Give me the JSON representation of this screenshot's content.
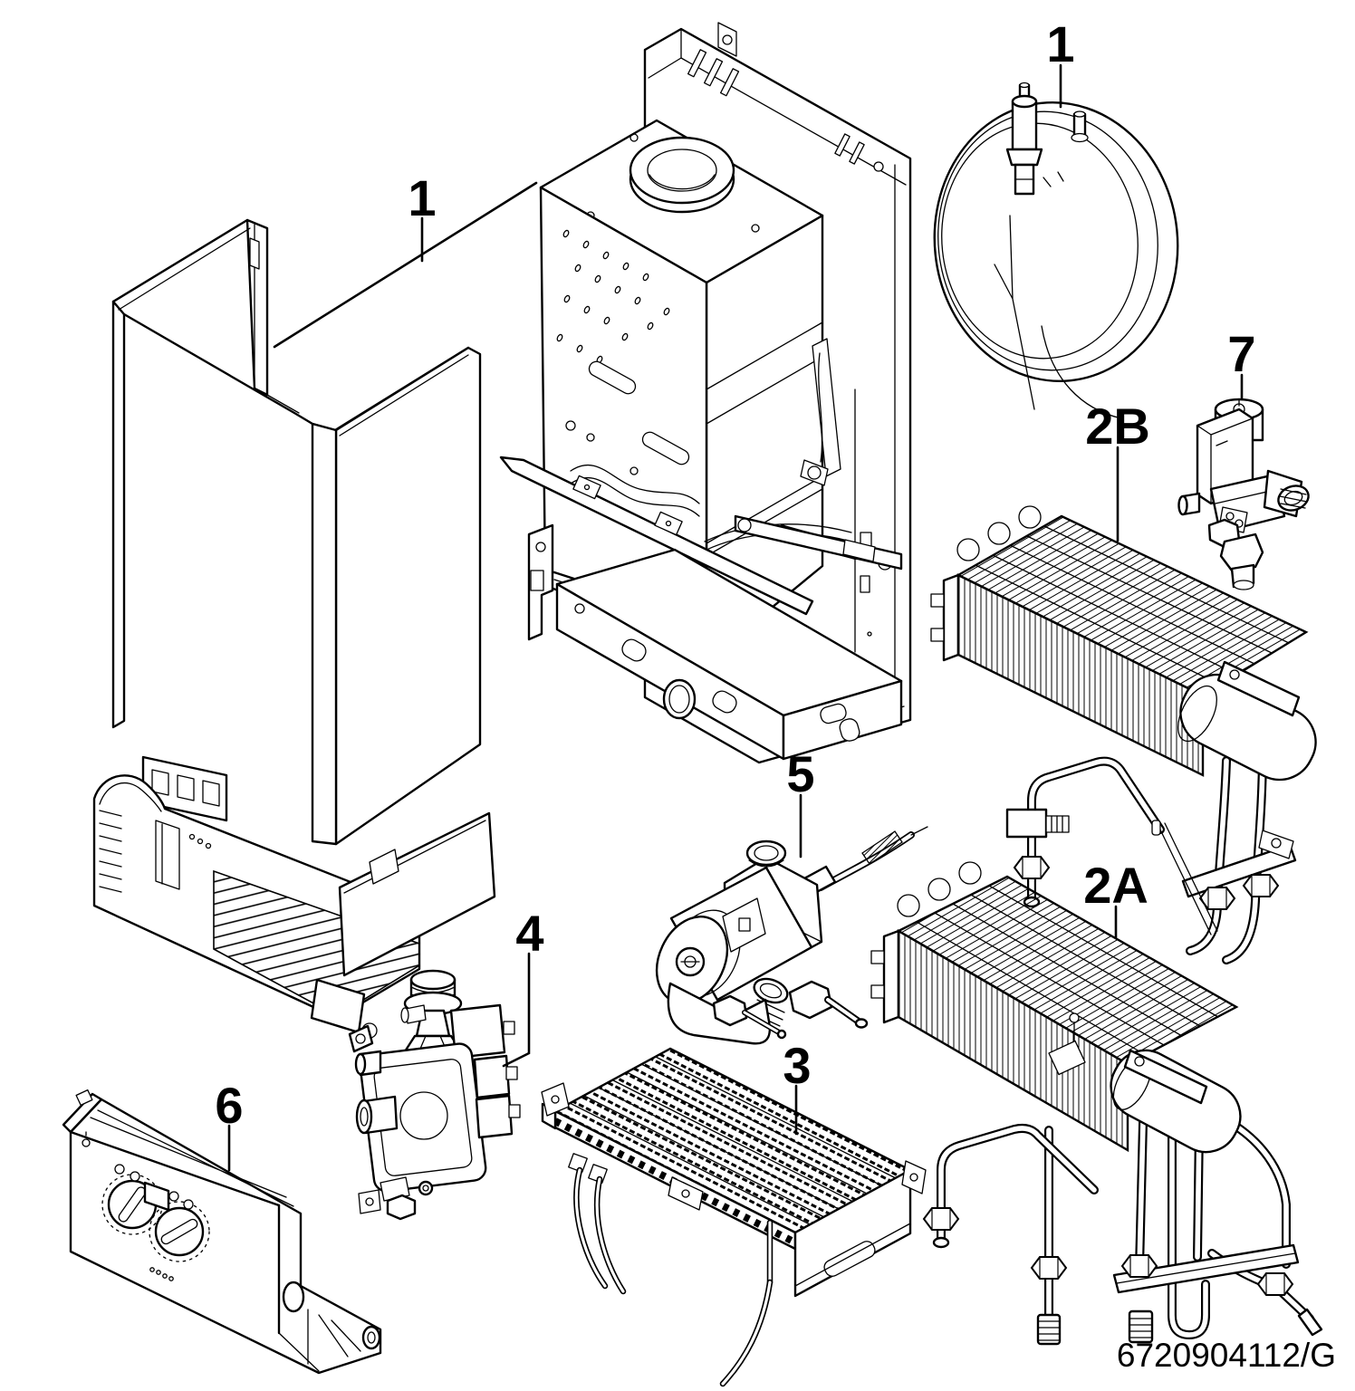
{
  "diagram": {
    "background_color": "#ffffff",
    "line_color": "#000000",
    "doc_code": "6720904112/G",
    "callouts": [
      {
        "id": "appliance-casing-and-heat-cell",
        "label": "1"
      },
      {
        "id": "expansion-vessel",
        "label": "1"
      },
      {
        "id": "heat-exchanger-upper",
        "label": "2B"
      },
      {
        "id": "solenoid-valve",
        "label": "7"
      },
      {
        "id": "heat-exchanger-lower",
        "label": "2A"
      },
      {
        "id": "pump",
        "label": "5"
      },
      {
        "id": "gas-valve",
        "label": "4"
      },
      {
        "id": "burner",
        "label": "3"
      },
      {
        "id": "control-panel",
        "label": "6"
      }
    ]
  }
}
